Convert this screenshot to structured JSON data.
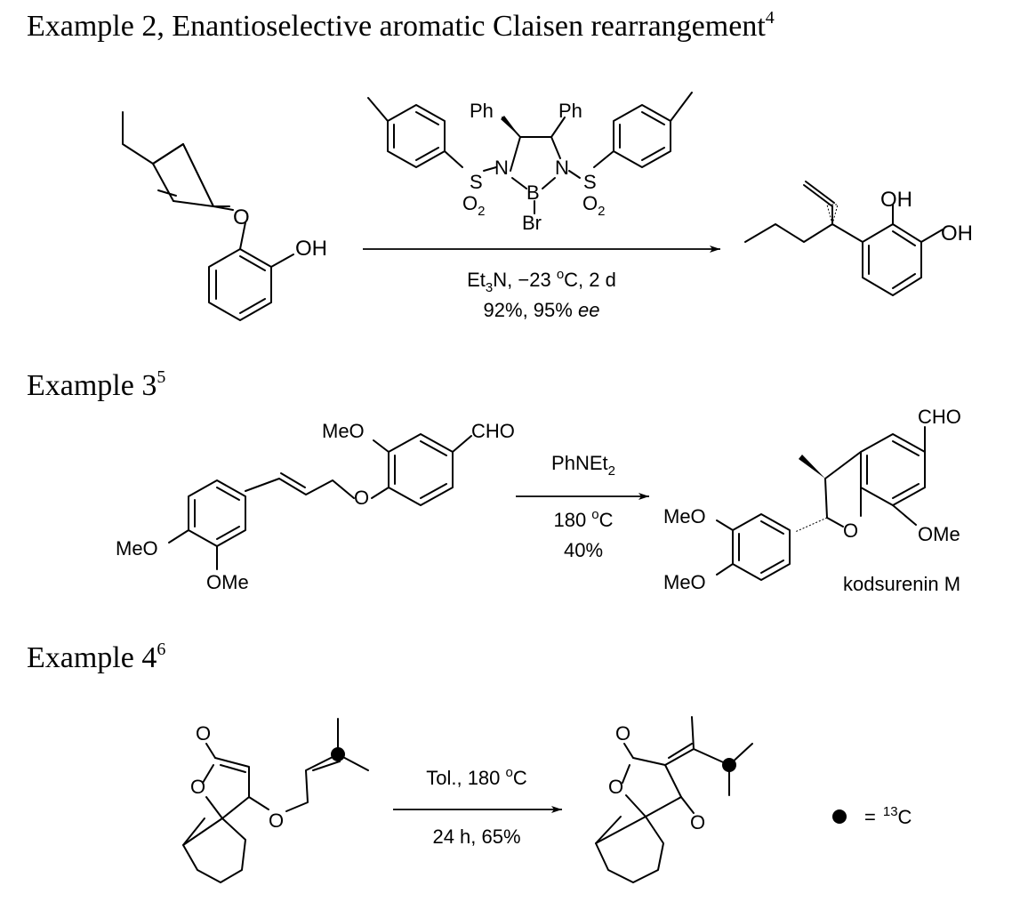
{
  "examples": [
    {
      "heading": "Example 2, Enantioselective aromatic Claisen rearrangement",
      "ref": "4",
      "labels": {
        "ph_left": "Ph",
        "ph_right": "Ph",
        "s_left": "S",
        "n_left": "N",
        "b": "B",
        "n_right": "N",
        "s_right": "S",
        "o2": "O",
        "sub2": "2",
        "br": "Br",
        "sm_o": "O",
        "sm_oh": "OH",
        "p_oh1": "OH",
        "p_oh2": "OH"
      },
      "conditions": {
        "line1_a": "Et",
        "line1_sub": "3",
        "line1_b": "N, −23 ",
        "line1_sup": "o",
        "line1_c": "C, 2 d",
        "line2_a": "92%, 95% ",
        "line2_ee": "ee"
      }
    },
    {
      "heading": "Example 3",
      "ref": "5",
      "labels": {
        "meo_top": "MeO",
        "cho_top": "CHO",
        "ether_o": "O",
        "meo_left": "MeO",
        "ome_bottom": "OMe",
        "p_cho": "CHO",
        "p_meo_top": "MeO",
        "p_o": "O",
        "p_ome": "OMe",
        "p_meo_bottom": "MeO",
        "product_name": "kodsurenin M"
      },
      "conditions": {
        "reagent_a": "PhNEt",
        "reagent_sub": "2",
        "temp_a": "180 ",
        "temp_sup": "o",
        "temp_b": "C",
        "yield": "40%"
      }
    },
    {
      "heading": "Example 4",
      "ref": "6",
      "labels": {
        "sm_co": "O",
        "sm_ring_o": "O",
        "sm_ether_o": "O",
        "p_co": "O",
        "p_ring_o": "O",
        "p_ketone_o": "O"
      },
      "conditions": {
        "line1_a": "Tol., 180 ",
        "line1_sup": "o",
        "line1_b": "C",
        "line2": "24 h, 65%"
      },
      "legend": {
        "equals": "=",
        "isotope_sup": "13",
        "isotope_el": "C"
      }
    }
  ],
  "colors": {
    "ink": "#000000",
    "background": "#ffffff"
  }
}
